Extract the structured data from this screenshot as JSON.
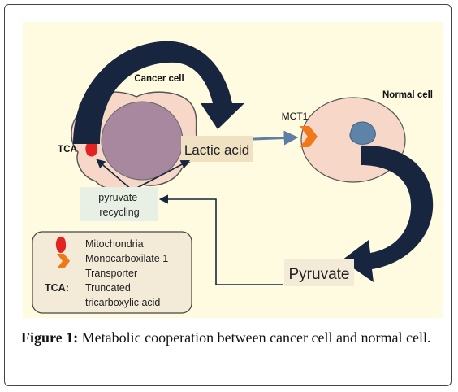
{
  "diagram": {
    "cancer_cell_label": "Cancer cell",
    "normal_cell_label": "Normal cell",
    "mct1_label": "MCT1",
    "tca_label": "TCA",
    "lactic_acid_label": "Lactic acid",
    "pyruvate_recycling_label": "pyruvate\nrecycling",
    "pyruvate_label": "Pyruvate",
    "legend": {
      "mitochondria": "Mitochondria",
      "transporter": "Monocarboxilate 1\nTransporter",
      "tca_key": "TCA:",
      "tca_desc": "Truncated\ntricarboxylic acid"
    },
    "colors": {
      "background": "#fefbe0",
      "cancer_cell_fill": "#f7d7c7",
      "nucleus_fill": "#a7889e",
      "dark_arrow": "#17253e",
      "mitochondria": "#e32222",
      "transporter": "#f07818",
      "box_fill": "#f4ead8",
      "recycling_box": "#e8f0e6"
    }
  },
  "caption": {
    "figure_label": "Figure 1:",
    "text": "Metabolic cooperation between cancer cell and normal cell."
  }
}
